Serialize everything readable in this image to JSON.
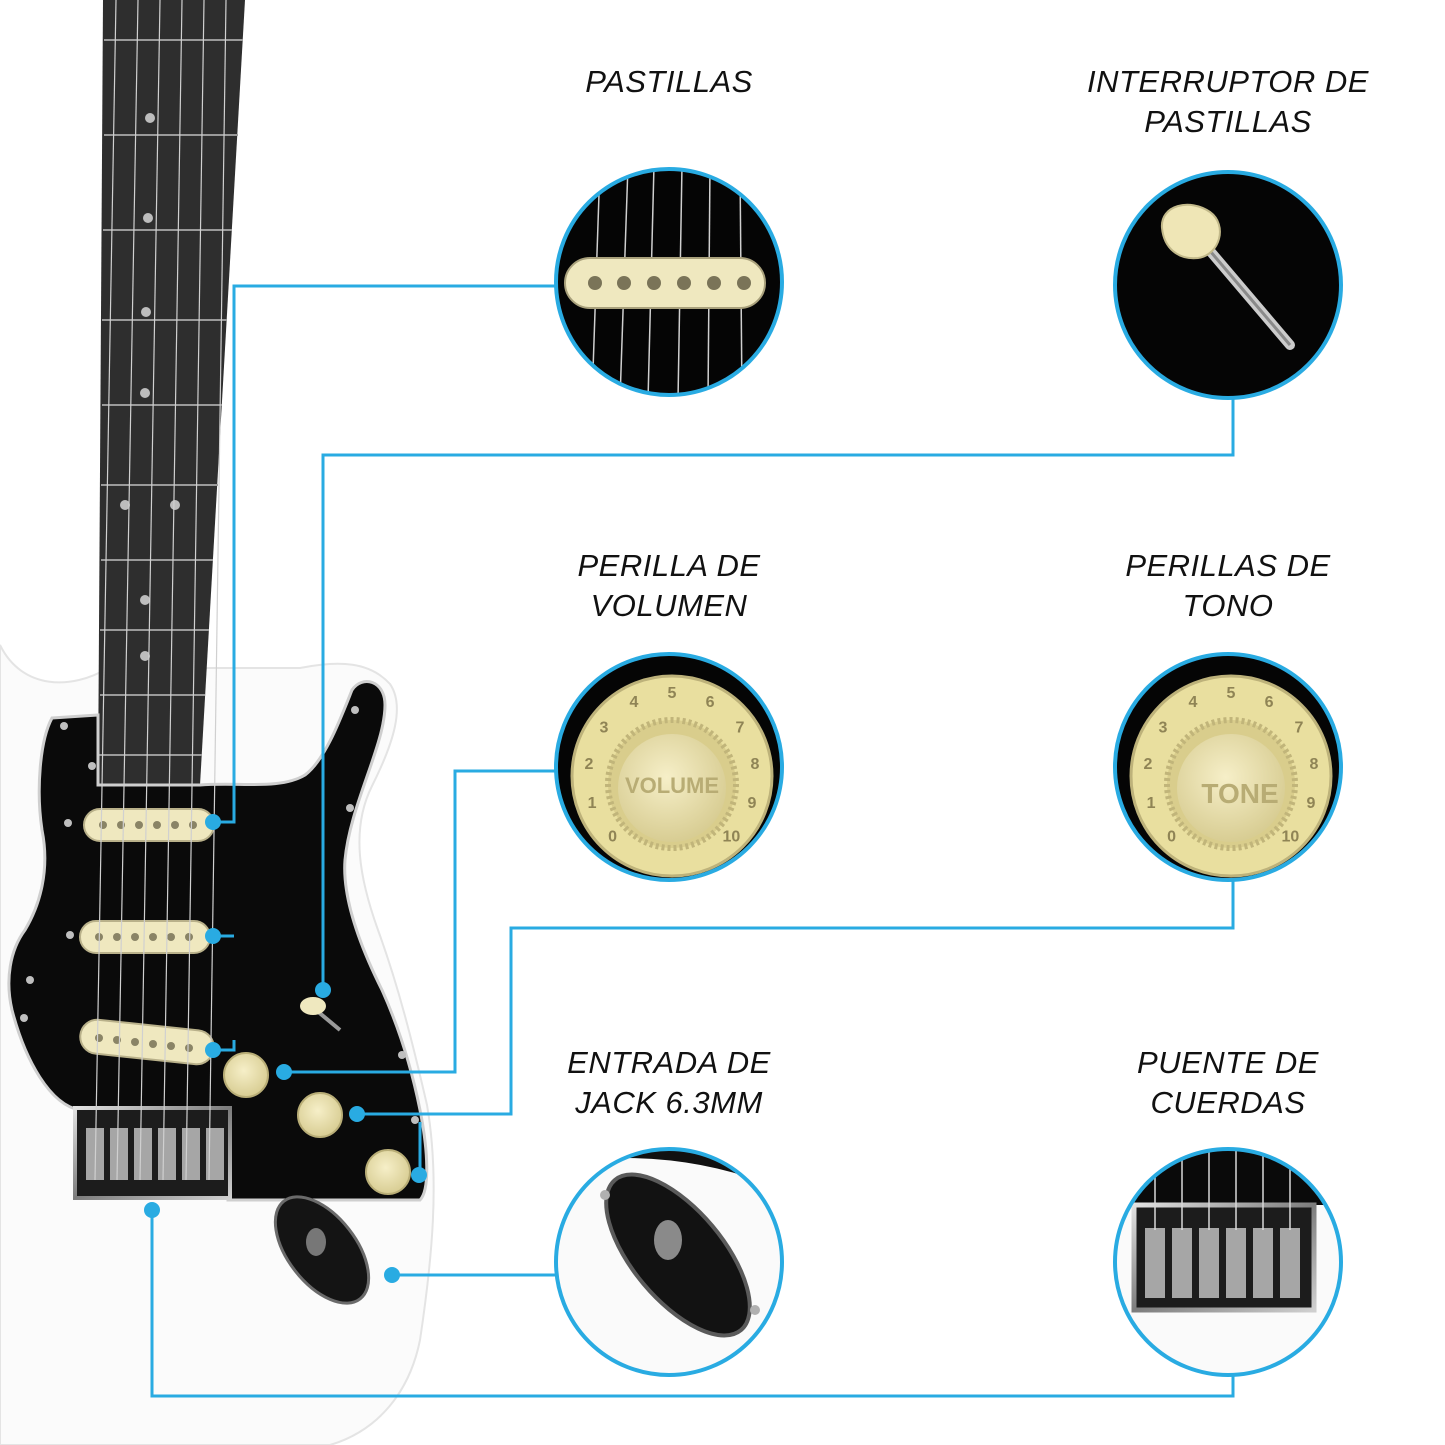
{
  "labels": {
    "pickups": [
      "PASTILLAS"
    ],
    "switch": [
      "INTERRUPTOR DE",
      "PASTILLAS"
    ],
    "volume": [
      "PERILLA DE",
      "VOLUMEN"
    ],
    "tone": [
      "PERILLAS DE",
      "TONO"
    ],
    "jack": [
      "ENTRADA DE",
      "JACK 6.3MM"
    ],
    "bridge": [
      "PUENTE DE",
      "CUERDAS"
    ]
  },
  "knob_text": {
    "volume": "VOLUME",
    "tone": "TONE",
    "scale": [
      "0",
      "1",
      "2",
      "3",
      "4",
      "5",
      "6",
      "7",
      "8",
      "9",
      "10"
    ]
  },
  "colors": {
    "callout_line": "#29abe2",
    "pickguard": "#0a0a0a",
    "body": "#fbfbfb",
    "fretboard": "#2e2e2e",
    "pickup_cream": "#efe8bf",
    "knob_cream": "#efe6b6",
    "chrome": "#9a9a9a"
  },
  "icons": {
    "pickups": "single-coil-pickup-icon",
    "switch": "selector-switch-icon",
    "volume": "volume-knob-icon",
    "tone": "tone-knob-icon",
    "jack": "output-jack-icon",
    "bridge": "tremolo-bridge-icon"
  }
}
